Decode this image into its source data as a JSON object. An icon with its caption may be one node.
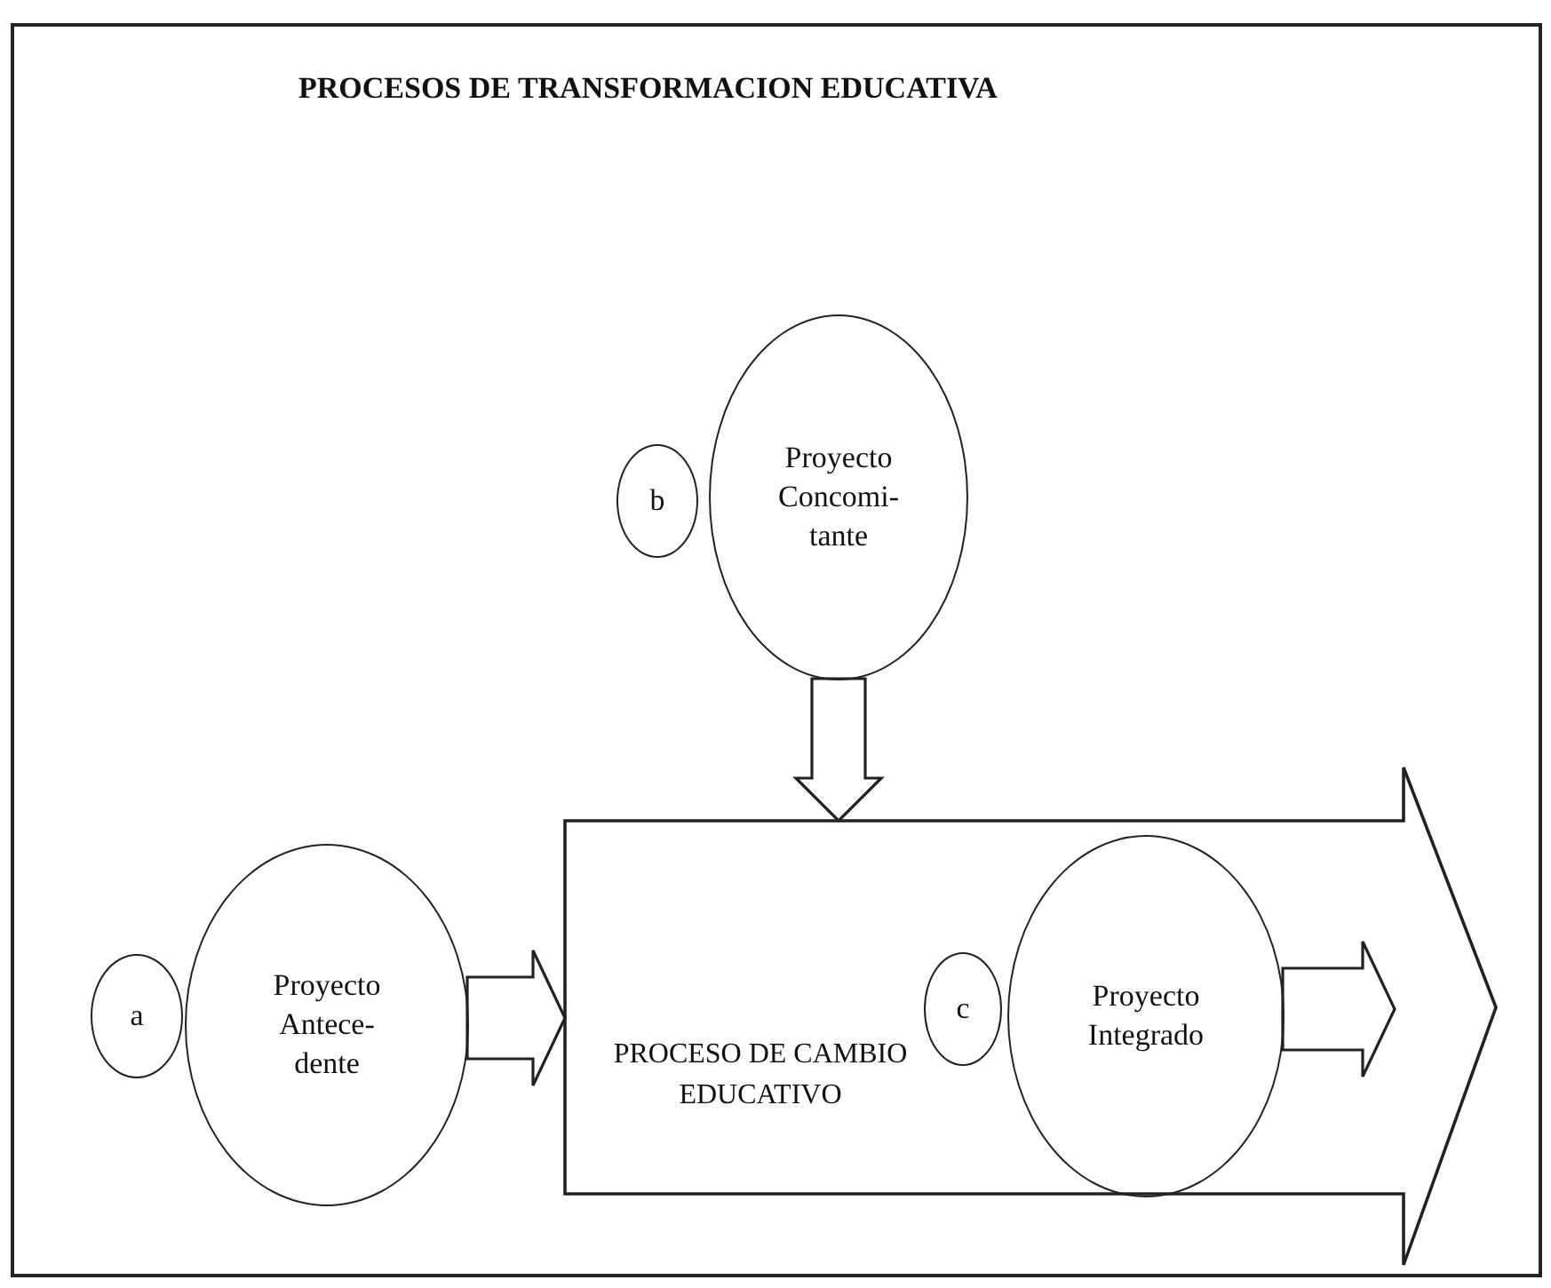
{
  "diagram": {
    "title": "PROCESOS DE TRANSFORMACION EDUCATIVA",
    "nodes": [
      {
        "text": [
          "b"
        ]
      },
      {
        "text": [
          "Proyecto Concomi- tante"
        ]
      },
      {
        "text": [
          "PROCESO DE CAMBIO EDUCATIVO"
        ]
      },
      {
        "text": [
          "a"
        ]
      },
      {
        "text": [
          "Proyecto Antece- dente"
        ]
      },
      {
        "text": [
          "c"
        ],
        "in": 2
      },
      {
        "text": [
          "Proyecto Integrado"
        ],
        "in": 2
      }
    ],
    "edges": [
      {
        "from": 1,
        "to": 2,
        "arrow": "to"
      },
      {
        "from": 4,
        "to": 2,
        "arrow": "to"
      },
      {
        "from": 6,
        "to": null,
        "arrow": "to"
      }
    ]
  }
}
